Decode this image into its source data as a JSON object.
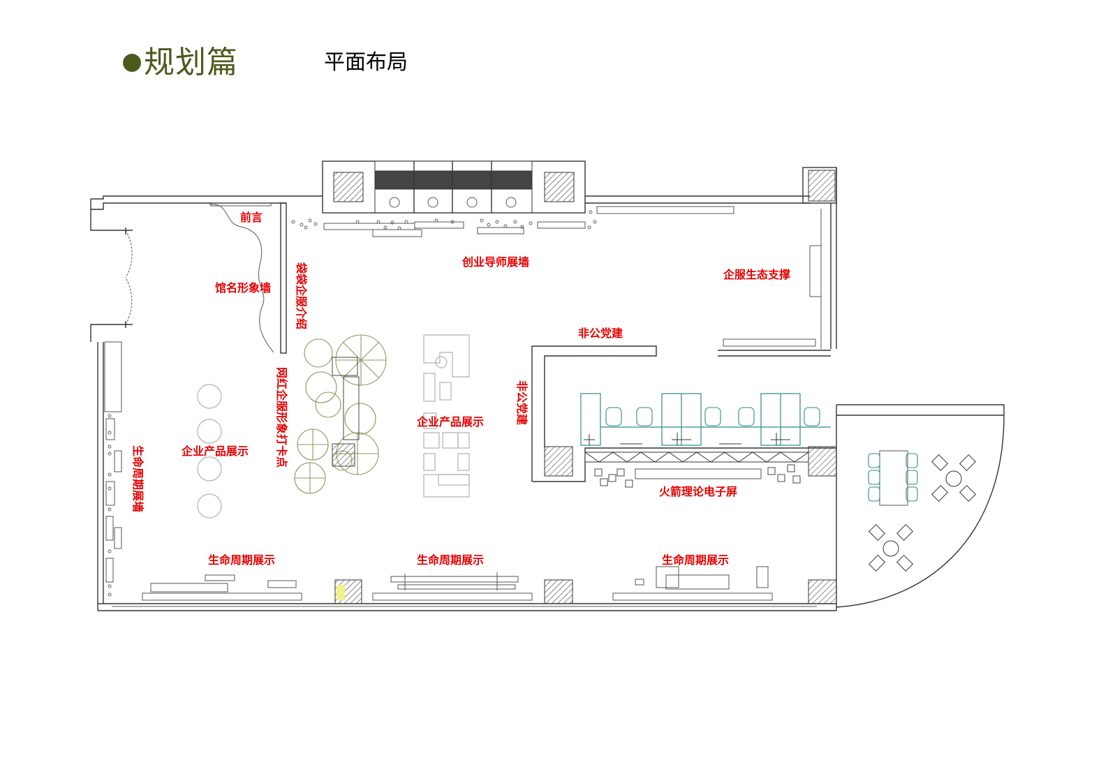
{
  "header": {
    "title": "规划篇",
    "subtitle": "平面布局"
  },
  "floor_plan": {
    "labels": {
      "preface": "前言",
      "hall_name_wall": "馆名形象墙",
      "intro_vertical": "袋袋企服介绍",
      "influencer_spot": "网红企服形象打卡点",
      "mentor_wall": "创业导师展墙",
      "eco_support": "企服生态支撑",
      "party_building_h": "非公党建",
      "party_building_v": "非公党建",
      "product_display_center": "企业产品展示",
      "product_display_left": "企业产品展示",
      "lifecycle_wall": "生命周期展墙",
      "rocket_screen": "火箭理论电子屏",
      "lifecycle_1": "生命周期展示",
      "lifecycle_2": "生命周期展示",
      "lifecycle_3": "生命周期展示"
    },
    "colors": {
      "label": "#e60000",
      "wall": "#333333",
      "furniture_cyan": "#2a8c8c",
      "plant": "#8a9a5b",
      "header_green": "#4d5a1e"
    }
  }
}
